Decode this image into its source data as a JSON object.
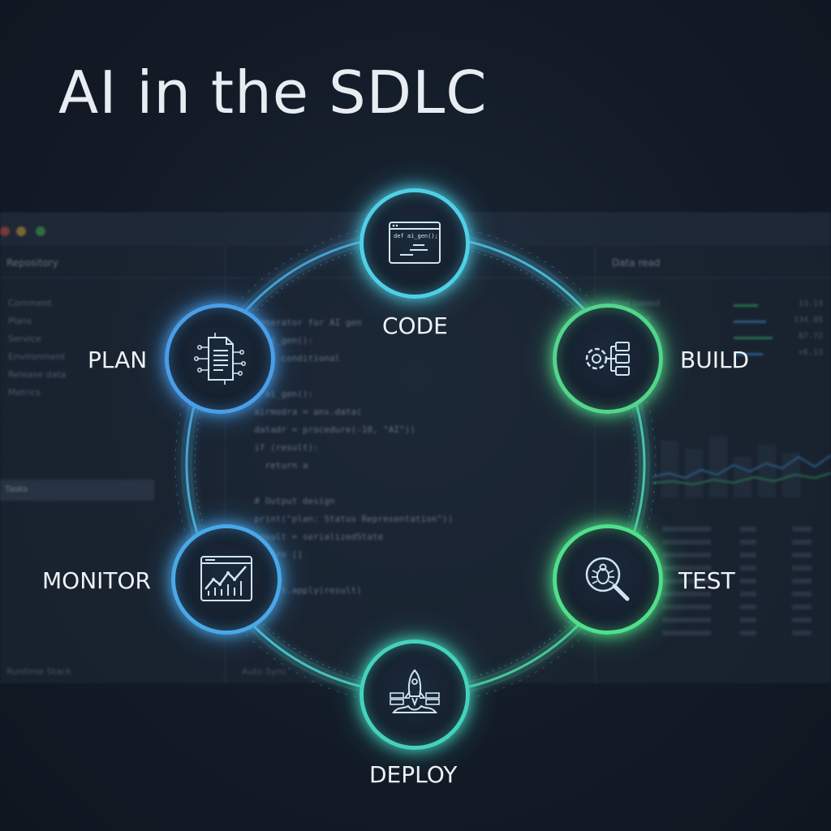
{
  "title": "AI in the SDLC",
  "background_ide": {
    "left_pane_header": "Repository",
    "sidebar_items": [
      "Comment",
      "Plans",
      "Service",
      "Environment",
      "Release data",
      "Metrics"
    ],
    "selected_item": "Tasks",
    "left_footer": "Runtime Stack",
    "mid_footer": "Auto Sync",
    "right_pane_header": "Data read",
    "code_lines": [
      "# generator for AI gen",
      "def ai_gen():",
      "import conditional",
      "",
      "def ai_gen():",
      "  airmodra = ans.data(",
      "  datadr = procedure(-10, \"AI\"))",
      "  if (result):",
      "    return a",
      "",
      "  # Output design",
      "  print(\"plan: Status Representation\"))",
      "  result = serializedState",
      "  return []",
      "",
      "  result.apply(result)"
    ],
    "metric_rows": [
      {
        "label": "Prod loaded",
        "value": "13.13"
      },
      {
        "label": "Prod load",
        "value": "134.85"
      },
      {
        "label": "Prod loaded",
        "value": "87.72"
      },
      {
        "label": "Prod load",
        "value": "+6.13"
      }
    ]
  },
  "cycle": {
    "center_icon_text": "def ai_gen();",
    "stages": [
      {
        "id": "code",
        "label": "CODE",
        "icon": "code-window-icon",
        "color": "#4fd0e6"
      },
      {
        "id": "build",
        "label": "BUILD",
        "icon": "gear-pipeline-icon",
        "color": "#52d68c"
      },
      {
        "id": "test",
        "label": "TEST",
        "icon": "bug-magnifier-icon",
        "color": "#4fe08a"
      },
      {
        "id": "deploy",
        "label": "DEPLOY",
        "icon": "rocket-servers-icon",
        "color": "#45d2bd"
      },
      {
        "id": "monitor",
        "label": "MONITOR",
        "icon": "chart-window-icon",
        "color": "#4aa8e8"
      },
      {
        "id": "plan",
        "label": "PLAN",
        "icon": "ai-document-icon",
        "color": "#4a9ee8"
      }
    ]
  }
}
